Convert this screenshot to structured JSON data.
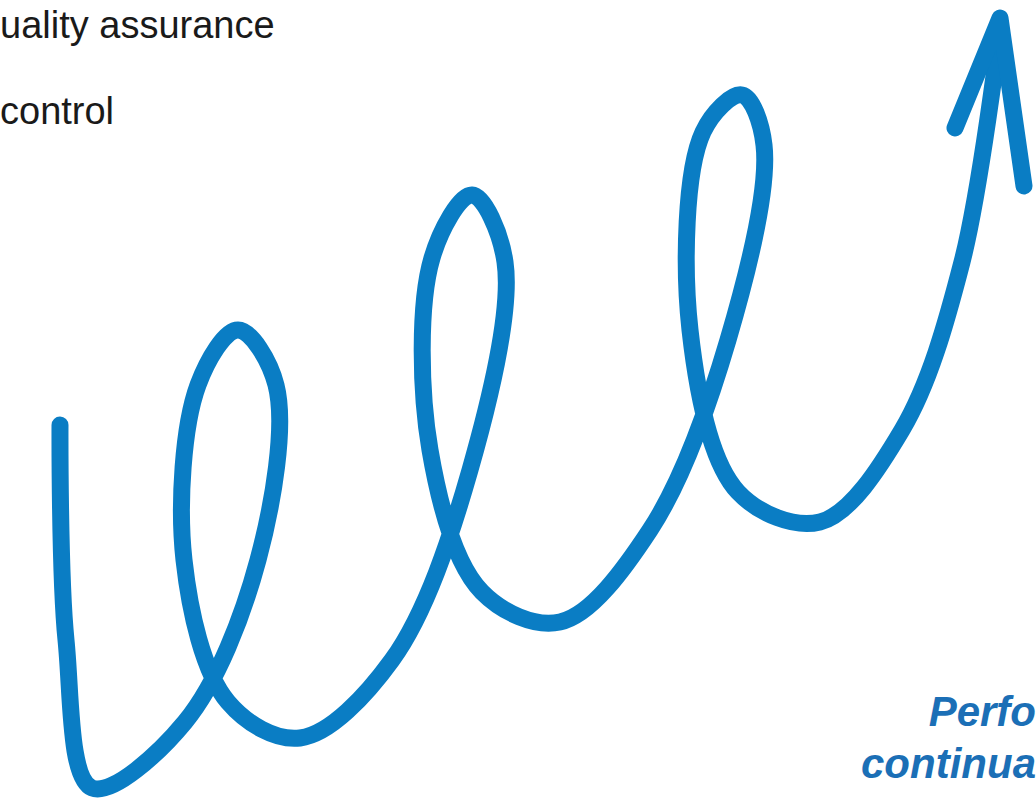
{
  "diagram": {
    "labels": [
      "uality assurance",
      "control",
      "Perfo",
      "continua"
    ]
  }
}
